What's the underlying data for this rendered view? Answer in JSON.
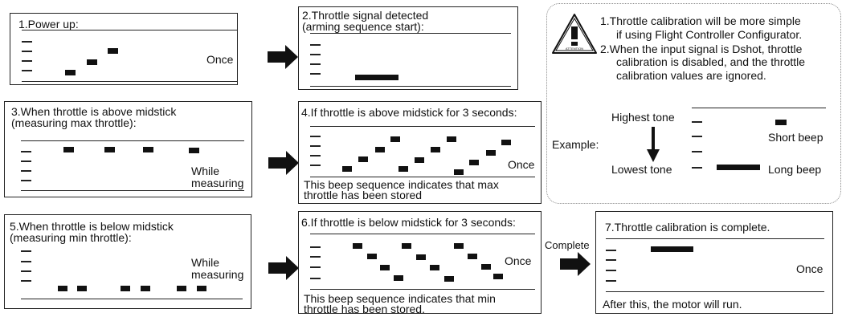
{
  "panels": {
    "p1": {
      "title": "1.Power up:",
      "note": "Once"
    },
    "p2": {
      "title": "2.Throttle signal detected\n(arming sequence start):"
    },
    "p3": {
      "title": "3.When throttle is above midstick\n(measuring max throttle):",
      "note": "While\nmeasuring"
    },
    "p4": {
      "title": "4.If throttle is above midstick for 3 seconds:",
      "note": "Once",
      "footer": "This beep sequence indicates that max\nthrottle has been stored"
    },
    "p5": {
      "title": "5.When throttle is below midstick\n(measuring min throttle):",
      "note": "While\nmeasuring"
    },
    "p6": {
      "title": "6.If throttle is below midstick for 3 seconds:",
      "note": "Once",
      "footer": "This beep sequence indicates that min\nthrottle has been stored."
    },
    "p7": {
      "title": "7.Throttle calibration is complete.",
      "note": "Once",
      "footer": "After this, the motor will run."
    }
  },
  "arrow_complete_label": "Complete",
  "attention": {
    "icon_text": "ATTENTION",
    "item1_line1": "1.Throttle calibration will be more simple",
    "item1_line2": "if using Flight Controller Configurator.",
    "item2_line1": "2.When the input signal is Dshot, throttle",
    "item2_line2": "calibration is disabled, and the throttle",
    "item2_line3": "calibration values are ignored."
  },
  "legend": {
    "example": "Example:",
    "highest": "Highest tone",
    "lowest": "Lowest tone",
    "short": "Short beep",
    "long": "Long beep"
  }
}
